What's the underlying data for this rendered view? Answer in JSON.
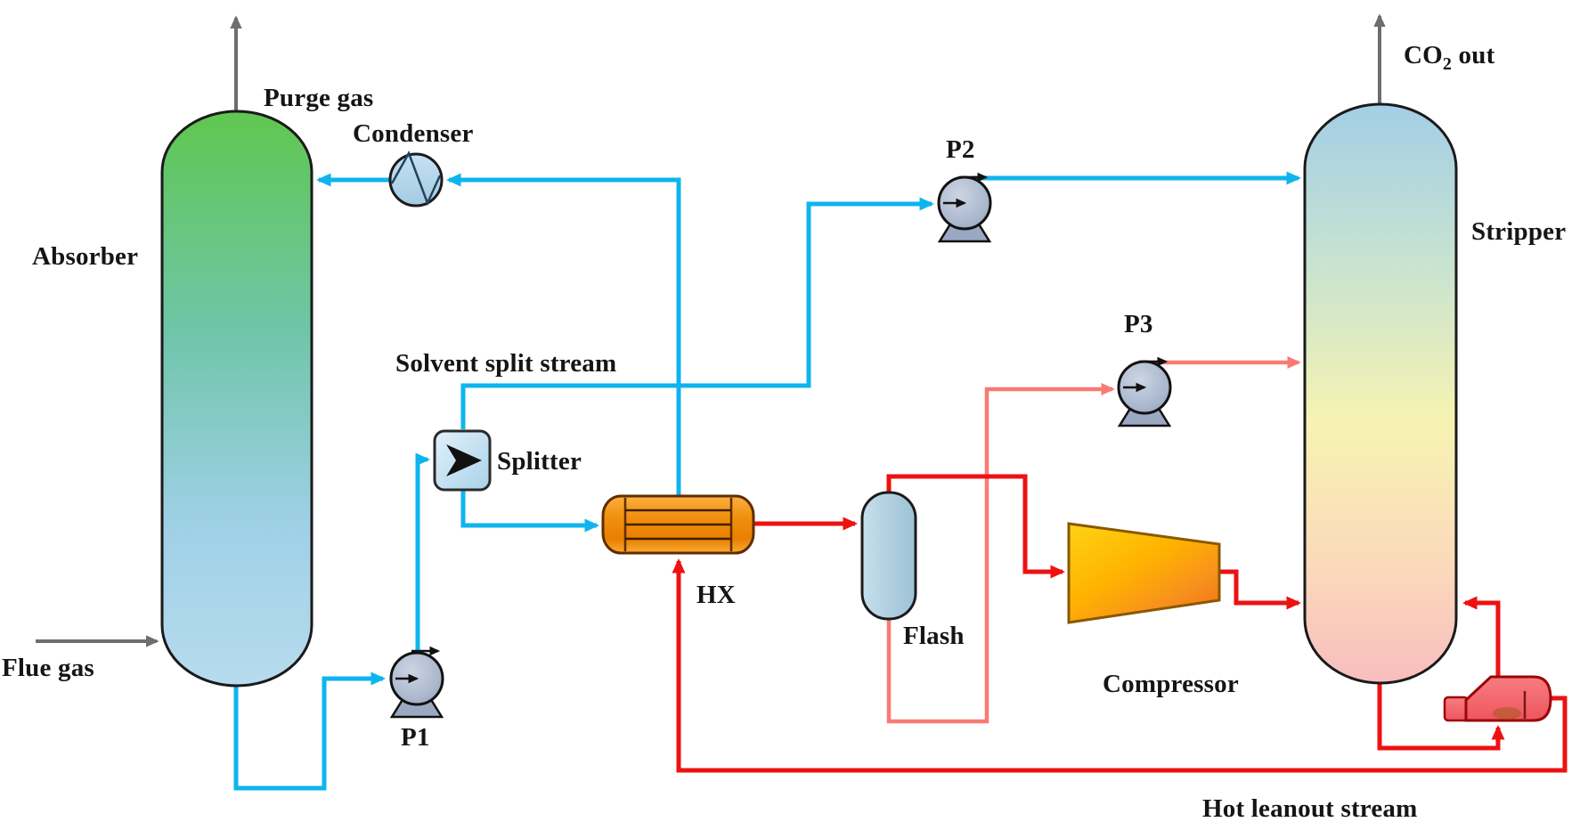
{
  "diagram": {
    "kind": "process-flow-diagram",
    "subject": "CO2 capture absorber-stripper solvent loop with split stream, flash and compressor"
  },
  "labels": {
    "purge_gas": "Purge gas",
    "condenser": "Condenser",
    "absorber": "Absorber",
    "flue_gas": "Flue gas",
    "p1": "P1",
    "solvent_split_stream": "Solvent split stream",
    "splitter": "Splitter",
    "hx": "HX",
    "flash": "Flash",
    "p2": "P2",
    "p3": "P3",
    "compressor": "Compressor",
    "stripper": "Stripper",
    "co2_prefix": "CO",
    "co2_sub": "2",
    "co2_suffix": " out",
    "hot_leanout_stream": "Hot leanout stream"
  },
  "equipment": [
    {
      "id": "absorber",
      "label": "Absorber",
      "type": "packed-column"
    },
    {
      "id": "condenser",
      "label": "Condenser",
      "type": "cooler"
    },
    {
      "id": "p1",
      "label": "P1",
      "type": "pump"
    },
    {
      "id": "splitter",
      "label": "Splitter",
      "type": "stream-splitter"
    },
    {
      "id": "hx",
      "label": "HX",
      "type": "shell-tube-heat-exchanger"
    },
    {
      "id": "flash",
      "label": "Flash",
      "type": "flash-drum"
    },
    {
      "id": "p2",
      "label": "P2",
      "type": "pump"
    },
    {
      "id": "p3",
      "label": "P3",
      "type": "pump"
    },
    {
      "id": "compressor",
      "label": "Compressor",
      "type": "compressor"
    },
    {
      "id": "stripper",
      "label": "Stripper",
      "type": "packed-column"
    },
    {
      "id": "reboiler",
      "label": "",
      "type": "kettle-reboiler"
    }
  ],
  "streams": [
    {
      "name": "flue-gas",
      "color": "gray",
      "from": "battery-limit",
      "to": "absorber"
    },
    {
      "name": "purge-gas",
      "color": "gray",
      "from": "absorber-top",
      "to": "vent"
    },
    {
      "name": "rich-solvent",
      "color": "cyan",
      "from": "absorber-bottom",
      "to": "P1"
    },
    {
      "name": "p1-discharge",
      "color": "cyan",
      "from": "P1",
      "to": "splitter"
    },
    {
      "name": "solvent-split-stream",
      "color": "cyan",
      "from": "splitter",
      "to": "P2"
    },
    {
      "name": "cold-rich-to-stripper",
      "color": "cyan",
      "from": "P2",
      "to": "stripper-top"
    },
    {
      "name": "rich-to-hx",
      "color": "cyan",
      "from": "splitter",
      "to": "HX"
    },
    {
      "name": "hot-rich",
      "color": "red",
      "from": "HX",
      "to": "flash"
    },
    {
      "name": "flash-vapor",
      "color": "red",
      "from": "flash-top",
      "to": "compressor"
    },
    {
      "name": "compressed-vapor",
      "color": "red",
      "from": "compressor",
      "to": "stripper"
    },
    {
      "name": "flash-liquid",
      "color": "salmon",
      "from": "flash-bottom",
      "to": "P3"
    },
    {
      "name": "p3-discharge",
      "color": "salmon",
      "from": "P3",
      "to": "stripper"
    },
    {
      "name": "co2-product",
      "color": "gray",
      "from": "stripper-top",
      "to": "CO2 out"
    },
    {
      "name": "bottoms-to-reboiler",
      "color": "red",
      "from": "stripper-bottom",
      "to": "reboiler"
    },
    {
      "name": "reboiler-vapor-return",
      "color": "red",
      "from": "reboiler",
      "to": "stripper"
    },
    {
      "name": "hot-leanout-stream",
      "color": "red",
      "from": "reboiler",
      "to": "HX"
    },
    {
      "name": "cooled-lean-solvent",
      "color": "cyan",
      "from": "HX",
      "to": "condenser-to-absorber"
    }
  ],
  "colors": {
    "cold_solvent_line": "#0fb4ee",
    "hot_line": "#ee1111",
    "warm_line": "#f87b72",
    "gas_line": "#6e6e6e",
    "hx_orange": "#ef8c0e",
    "compressor_orange": "#ffb300",
    "reboiler_red": "#f4666d",
    "absorber_top_green": "#5fc750",
    "absorber_bottom_blue": "#b7dbee",
    "stripper_top_blue": "#a3cee6",
    "stripper_bottom_pink": "#f8bdbf"
  }
}
